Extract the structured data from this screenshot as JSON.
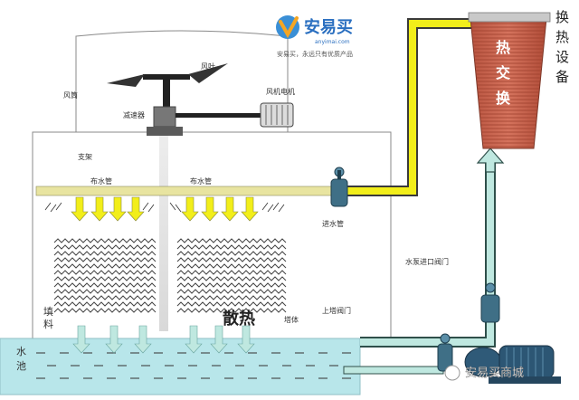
{
  "logo": {
    "brand": "安易买",
    "url": "anyimai.com",
    "slogan": "安易买，永远只有优质产品"
  },
  "labels": {
    "fan_shroud": "风筒",
    "fan_blade": "风叶",
    "reducer": "减速器",
    "fan_motor": "风机电机",
    "frame": "支架",
    "spray_pipe_left": "布水管",
    "spray_pipe_right": "布水管",
    "inlet_pipe": "进水管",
    "pump_inlet_valve": "水泵进口阀门",
    "tower_valve": "上塔阀门",
    "tower_body": "塔体",
    "heat_dissipation": "散热",
    "fill_chars": [
      "填",
      "料"
    ],
    "pool_chars": [
      "水",
      "池"
    ],
    "heat_exchange_chars": [
      "热",
      "交",
      "换"
    ],
    "equipment_chars": [
      "换",
      "热",
      "设",
      "备"
    ]
  },
  "watermark": "安易买商城",
  "colors": {
    "hot_pipe": "#f2ee1a",
    "cold_pipe": "#bfe8e0",
    "pool": "#b8e6ea",
    "exchanger": "#c9624e"
  }
}
